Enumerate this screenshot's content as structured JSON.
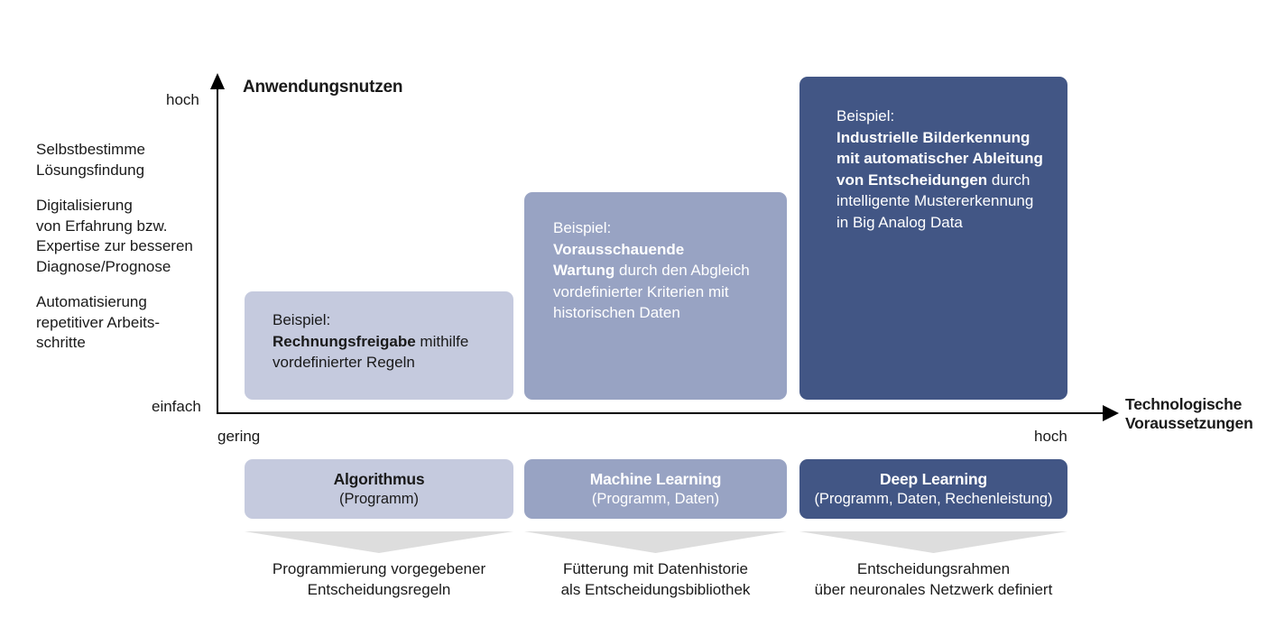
{
  "axes": {
    "y_title": "Anwendungsnutzen",
    "y_top_tick": "hoch",
    "y_bottom_tick": "einfach",
    "x_title": "Technologische\nVoraussetzungen",
    "x_left_tick": "gering",
    "x_right_tick": "hoch"
  },
  "left_labels": [
    {
      "text": "Selbstbestimme\nLösungsfindung"
    },
    {
      "text": "Digitalisierung\nvon Erfahrung bzw.\nExpertise zur besseren\nDiagnose/Prognose"
    },
    {
      "text": "Automatisierung\nrepetitiver Arbeits-\nschritte"
    }
  ],
  "boxes": [
    {
      "id": "algorithmus",
      "lead": "Beispiel:",
      "bold": "Rechnungsfreigabe",
      "rest": " mithilfe\nvordefinierter Regeln",
      "color": "#c5cade",
      "text_color": "#1a1a1a"
    },
    {
      "id": "machine-learning",
      "lead": "Beispiel:",
      "bold": "Vorausschauende\nWartung",
      "rest": " durch den Abgleich\nvordefinierter Kriterien mit\nhistorischen Daten",
      "color": "#98a3c3",
      "text_color": "#ffffff"
    },
    {
      "id": "deep-learning",
      "lead": "Beispiel:",
      "bold": "Industrielle Bilderkennung\nmit automatischer Ableitung\nvon Entscheidungen",
      "rest": " durch\nintelligente Mustererkennung\nin Big Analog Data",
      "color": "#425685",
      "text_color": "#ffffff"
    }
  ],
  "categories": [
    {
      "title": "Algorithmus",
      "subtitle": "(Programm)",
      "caption": "Programmierung vorgegebener\nEntscheidungsregeln",
      "color": "#c5cade"
    },
    {
      "title": "Machine Learning",
      "subtitle": "(Programm, Daten)",
      "caption": "Fütterung mit Datenhistorie\nals Entscheidungsbibliothek",
      "color": "#98a3c3"
    },
    {
      "title": "Deep Learning",
      "subtitle": "(Programm, Daten, Rechenleistung)",
      "caption": "Entscheidungsrahmen\nüber neuronales Netzwerk definiert",
      "color": "#425685"
    }
  ],
  "chevron_color": "#dddddd",
  "chart_data": {
    "type": "diagram",
    "title": "AI maturity matrix: Anwendungsnutzen vs. Technologische Voraussetzungen",
    "xlabel": "Technologische Voraussetzungen",
    "ylabel": "Anwendungsnutzen",
    "x_range": [
      "gering",
      "hoch"
    ],
    "y_range": [
      "einfach",
      "hoch"
    ],
    "categories": [
      "Algorithmus",
      "Machine Learning",
      "Deep Learning"
    ],
    "values": [
      1,
      2,
      3
    ],
    "series": [
      {
        "name": "Technologische Voraussetzungen",
        "values": [
          1,
          2,
          3
        ]
      },
      {
        "name": "Anwendungsnutzen",
        "values": [
          1,
          2,
          3
        ]
      }
    ],
    "grid": false,
    "legend": "bottom"
  }
}
